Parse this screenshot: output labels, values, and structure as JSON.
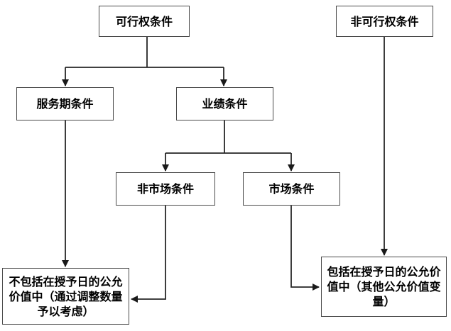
{
  "diagram": {
    "type": "flowchart",
    "nodes": {
      "vesting": {
        "label": "可行权条件"
      },
      "non_vesting": {
        "label": "非可行权条件"
      },
      "service": {
        "label": "服务期条件"
      },
      "performance": {
        "label": "业绩条件"
      },
      "non_market": {
        "label": "非市场条件"
      },
      "market": {
        "label": "市场条件"
      },
      "excluded": {
        "label": "不包括在授予日的公允\n价值中（通过调整数量\n予以考虑）"
      },
      "included": {
        "label": "包括在授予日的公允价\n值中（其他公允价值变\n量）"
      }
    },
    "edges": [
      {
        "from": "vesting",
        "to": "service"
      },
      {
        "from": "vesting",
        "to": "performance"
      },
      {
        "from": "performance",
        "to": "non_market"
      },
      {
        "from": "performance",
        "to": "market"
      },
      {
        "from": "service",
        "to": "excluded"
      },
      {
        "from": "non_market",
        "to": "excluded"
      },
      {
        "from": "market",
        "to": "included"
      },
      {
        "from": "non_vesting",
        "to": "included"
      }
    ],
    "colors": {
      "node_border": "#4a4a4a",
      "node_fill": "#ffffff",
      "line": "#262626",
      "arrow": "#1a1a1a",
      "text": "#000000",
      "background": "#ffffff"
    }
  }
}
